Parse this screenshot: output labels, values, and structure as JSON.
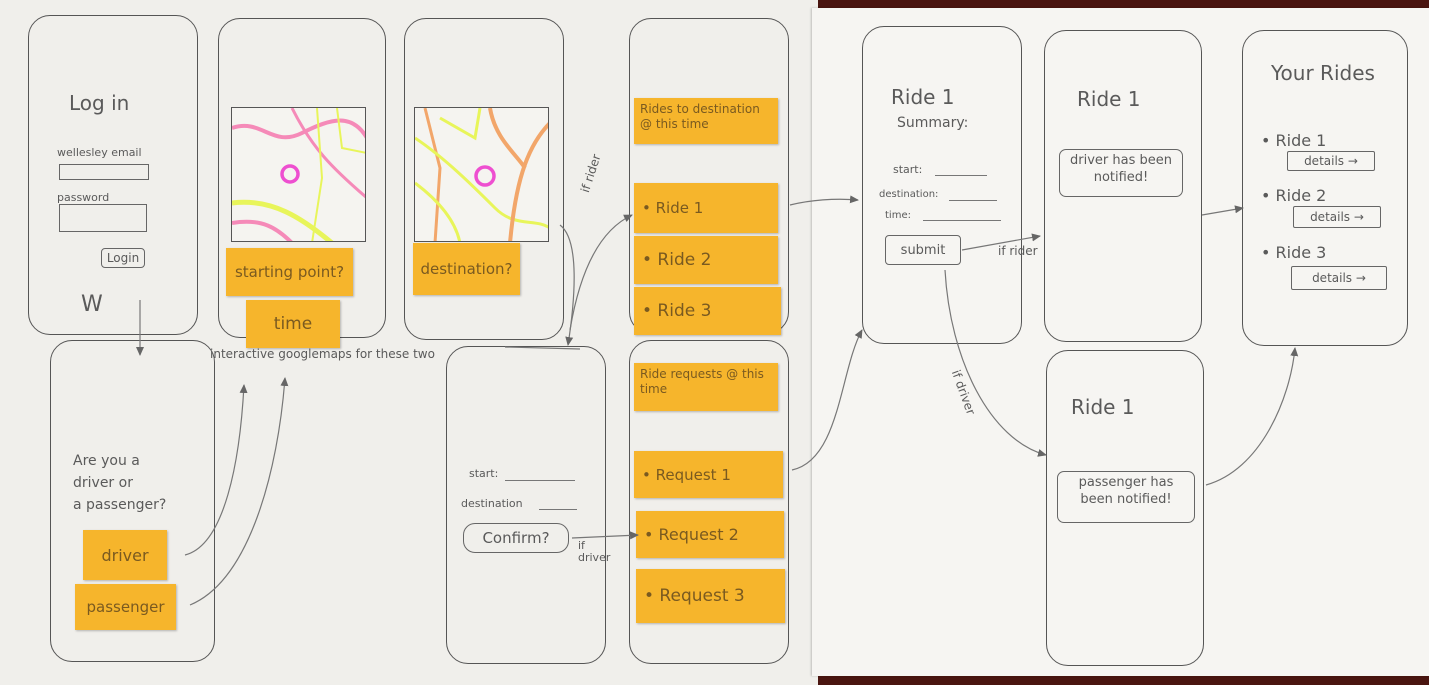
{
  "login": {
    "title": "Log in",
    "email_label": "wellesley email",
    "password_label": "password",
    "login_button": "Login",
    "logo": "W"
  },
  "role_screen": {
    "question_lines": [
      "Are you a",
      "driver or",
      "a passenger?"
    ],
    "driver_option": "driver",
    "passenger_option": "passenger"
  },
  "start_screen": {
    "starting_point": "starting point?",
    "time": "time"
  },
  "destination_screen": {
    "destination": "destination?"
  },
  "maps_note": "interactive googlemaps for these two",
  "confirm_screen": {
    "start_label": "start:",
    "destination_label": "destination",
    "confirm_button": "Confirm?"
  },
  "rides_list": {
    "header": "Rides to destination @ this time",
    "items": [
      "• Ride 1",
      "• Ride 2",
      "• Ride 3"
    ]
  },
  "requests_list": {
    "header": "Ride requests @ this time",
    "items": [
      "• Request 1",
      "• Request 2",
      "• Request 3"
    ]
  },
  "summary_screen": {
    "title": "Ride 1",
    "subtitle": "Summary:",
    "start_label": "start:",
    "destination_label": "destination:",
    "time_label": "time:",
    "submit_button": "submit"
  },
  "rider_notified": {
    "title": "Ride 1",
    "message": "driver has been notified!"
  },
  "driver_notified": {
    "title": "Ride 1",
    "message": "passenger has been notified!"
  },
  "your_rides": {
    "title": "Your Rides",
    "items": [
      {
        "label": "• Ride 1",
        "button": "details →"
      },
      {
        "label": "• Ride 2",
        "button": "details →"
      },
      {
        "label": "• Ride 3",
        "button": "details →"
      }
    ]
  },
  "flow_labels": {
    "if_rider_1": "if rider",
    "if_driver_1": "if driver",
    "if_rider_2": "if rider",
    "if_driver_2": "if driver"
  },
  "colors": {
    "sticky": "#f6b52c",
    "paper": "#f2f1ed",
    "map_pink": "#f58ab8",
    "map_yellow": "#e8f55a",
    "map_orange": "#f2a66a",
    "map_magenta": "#ee4fd0"
  }
}
